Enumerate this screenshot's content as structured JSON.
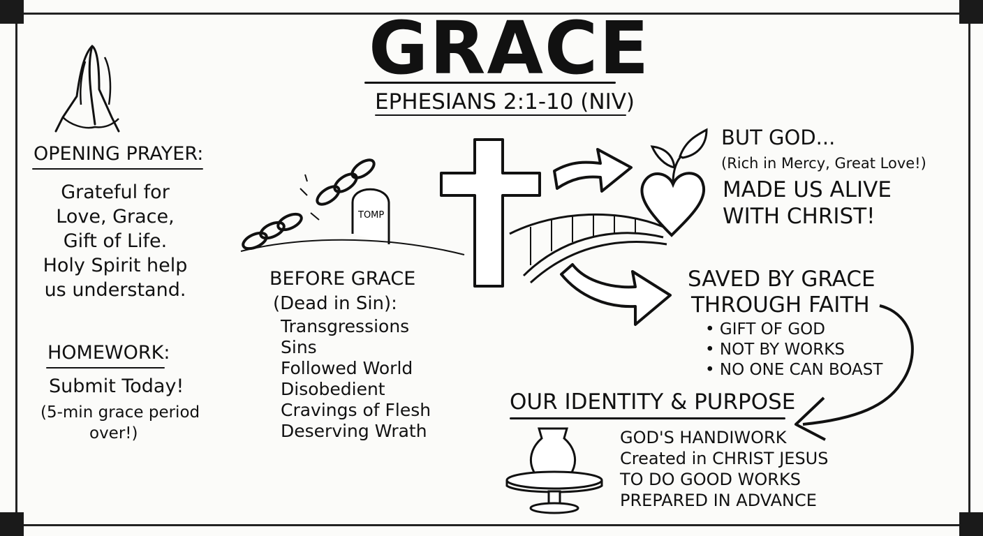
{
  "title": "GRACE",
  "subtitle": "EPHESIANS 2:1-10 (NIV)",
  "opening_prayer": {
    "heading": "OPENING PRAYER:",
    "lines": [
      "Grateful for",
      "Love, Grace,",
      "Gift of Life.",
      "Holy Spirit help",
      "us understand."
    ]
  },
  "homework": {
    "heading": "HOMEWORK:",
    "line1": "Submit Today!",
    "line2": "(5-min grace period",
    "line3": "over!)"
  },
  "before_grace": {
    "tombstone_label": "TOMP",
    "heading": "BEFORE GRACE",
    "subheading": "(Dead in Sin):",
    "items": [
      "Transgressions",
      "Sins",
      "Followed World",
      "Disobedient",
      "Cravings of Flesh",
      "Deserving Wrath"
    ]
  },
  "but_god": {
    "heading": "BUT GOD...",
    "sub": "(Rich in Mercy, Great Love!)",
    "line1": "MADE US ALIVE",
    "line2": "WITH CHRIST!"
  },
  "saved": {
    "line1": "SAVED BY GRACE",
    "line2": "THROUGH FAITH",
    "bullets": [
      "GIFT OF GOD",
      "NOT BY WORKS",
      "NO ONE CAN BOAST"
    ]
  },
  "identity": {
    "heading": "OUR IDENTITY & PURPOSE",
    "items": [
      "GOD'S HANDIWORK",
      "Created in CHRIST JESUS",
      "TO DO GOOD WORKS",
      "PREPARED IN ADVANCE"
    ]
  }
}
